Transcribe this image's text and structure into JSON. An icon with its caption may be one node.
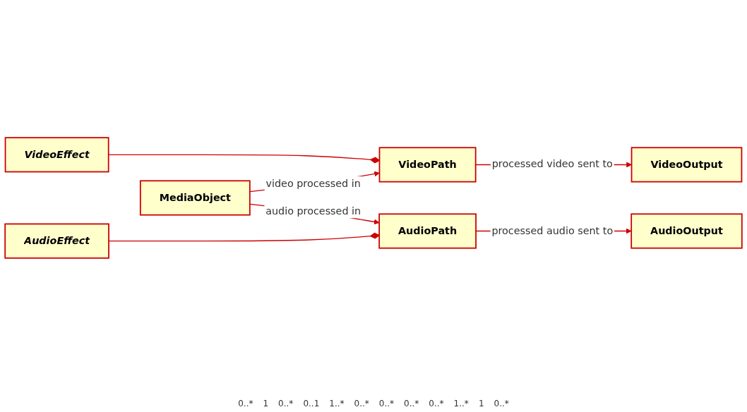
{
  "diagram": {
    "nodes": [
      {
        "text": [
          "VideoEffect"
        ]
      },
      {
        "text": [
          "VideoPath"
        ]
      },
      {
        "text": [
          "VideoOutput"
        ]
      },
      {
        "text": [
          "MediaObject"
        ]
      },
      {
        "text": [
          "AudioPath"
        ]
      },
      {
        "text": [
          "AudioOutput"
        ]
      },
      {
        "text": [
          "AudioEffect"
        ]
      }
    ],
    "edges": [
      {
        "from": 0,
        "to": 1,
        "arrow": "other"
      },
      {
        "from": 3,
        "to": 1,
        "label": "video processed in",
        "arrow": "to"
      },
      {
        "from": 1,
        "to": 2,
        "label": "processed video sent to",
        "arrow": "to"
      },
      {
        "from": 3,
        "to": 4,
        "label": "audio processed in",
        "arrow": "to"
      },
      {
        "from": 4,
        "to": 5,
        "label": "processed audio sent to",
        "arrow": "to"
      },
      {
        "from": 6,
        "to": 4,
        "arrow": "other"
      }
    ],
    "labels": [
      "0..*",
      "1",
      "0..*",
      "0..1",
      "1..*",
      "0..*",
      "0..*",
      "0..*",
      "0..*",
      "1..*",
      "1",
      "0..*"
    ]
  }
}
